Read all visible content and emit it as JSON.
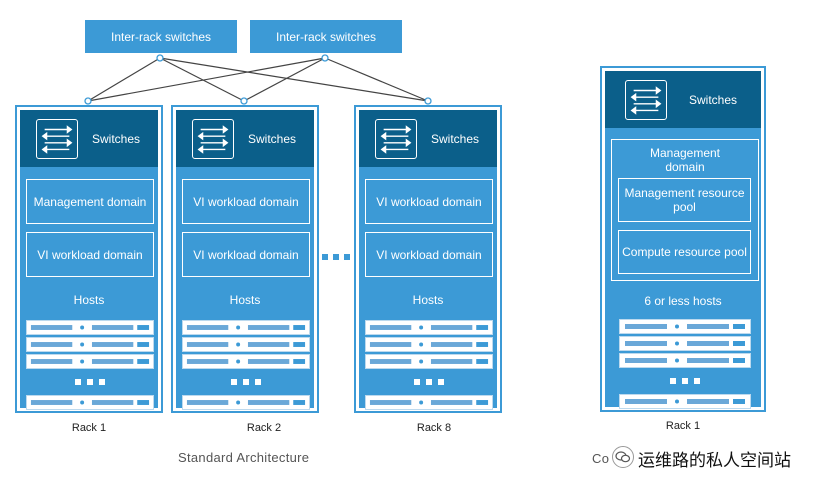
{
  "top_switches": [
    "Inter-rack switches",
    "Inter-rack switches"
  ],
  "racks": [
    {
      "switch": "Switches",
      "domain1": "Management domain",
      "domain2": "VI workload domain",
      "hosts": "Hosts",
      "label": "Rack 1"
    },
    {
      "switch": "Switches",
      "domain1": "VI workload domain",
      "domain2": "VI workload domain",
      "hosts": "Hosts",
      "label": "Rack 2"
    },
    {
      "switch": "Switches",
      "domain1": "VI workload domain",
      "domain2": "VI workload domain",
      "hosts": "Hosts",
      "label": "Rack 8"
    }
  ],
  "consolidated_rack": {
    "switch": "Switches",
    "domain_title": "Management domain",
    "pool1": "Management resource pool",
    "pool2": "Compute resource pool",
    "hosts": "6 or less hosts",
    "label": "Rack 1"
  },
  "captions": {
    "standard": "Standard Architecture",
    "consolidated_partial": "Co",
    "watermark": "运维路的私人空间站"
  },
  "colors": {
    "rack_blue": "#3c9ad6",
    "switch_dark": "#0b5f8a"
  }
}
